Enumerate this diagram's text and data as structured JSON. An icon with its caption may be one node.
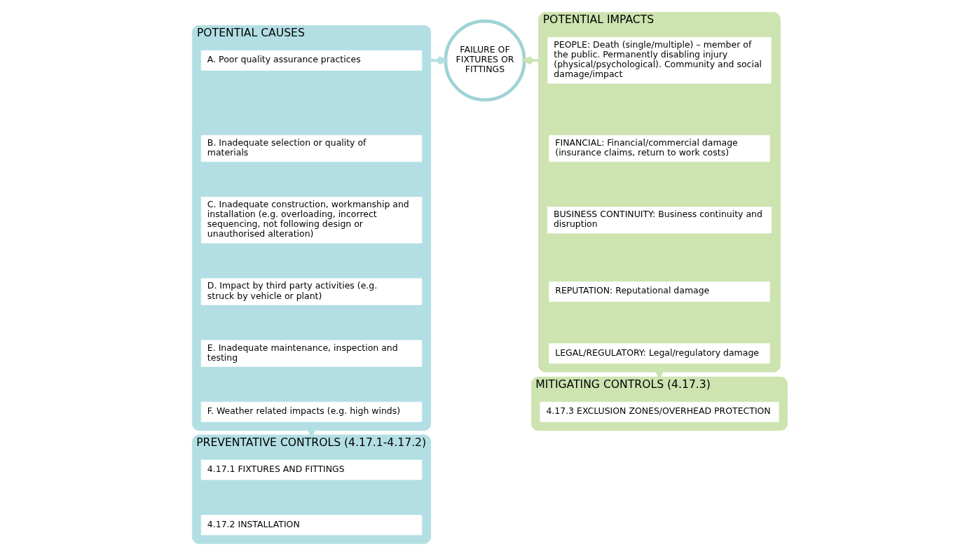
{
  "diagram": {
    "nodes": [
      {
        "text": [
          "POTENTIAL CAUSES"
        ]
      },
      {
        "text": [
          "A. Poor quality assurance practices"
        ],
        "in": 0
      },
      {
        "text": [
          "B. Inadequate selection or quality of materials"
        ],
        "in": 0
      },
      {
        "text": [
          "C. Inadequate construction, workmanship and installation (e.g. overloading, incorrect sequencing, not following design or unauthorised alteration)"
        ],
        "in": 0
      },
      {
        "text": [
          "D. Impact by third party activities (e.g. struck by vehicle or plant)"
        ],
        "in": 0
      },
      {
        "text": [
          "E. Inadequate maintenance, inspection and testing"
        ],
        "in": 0
      },
      {
        "text": [
          "F. Weather related impacts (e.g. high winds)"
        ],
        "in": 0
      },
      {
        "text": [
          "FAILURE OF FIXTURES OR FITTINGS"
        ]
      },
      {
        "text": [
          "POTENTIAL IMPACTS"
        ]
      },
      {
        "text": [
          "PEOPLE: Death (single/multiple) – member of the public. Permanently disabling injury (physical/psychological). Community and social damage/impact"
        ],
        "in": 8
      },
      {
        "text": [
          "FINANCIAL: Financial/commercial damage (insurance claims, return to work costs)"
        ],
        "in": 8
      },
      {
        "text": [
          "BUSINESS CONTINUITY: Business continuity and disruption"
        ],
        "in": 8
      },
      {
        "text": [
          "REPUTATION: Reputational damage"
        ],
        "in": 8
      },
      {
        "text": [
          "LEGAL/REGULATORY: Legal/regulatory damage"
        ],
        "in": 8
      },
      {
        "text": [
          "PREVENTATIVE CONTROLS (4.17.1-4.17.2)"
        ]
      },
      {
        "text": [
          "4.17.1 FIXTURES AND FITTINGS"
        ],
        "in": 14
      },
      {
        "text": [
          "4.17.2 INSTALLATION"
        ],
        "in": 14
      },
      {
        "text": [
          "MITIGATING CONTROLS (4.17.3)"
        ]
      },
      {
        "text": [
          "4.17.3 EXCLUSION ZONES/OVERHEAD PROTECTION"
        ],
        "in": 17
      }
    ],
    "edges": [
      {
        "from": 0,
        "to": 7,
        "arrow": "to",
        "color": "#b3dfe4"
      },
      {
        "from": 8,
        "to": 7,
        "arrow": "to",
        "color": "#cde3b0"
      },
      {
        "from": 0,
        "to": 14,
        "arrow": "to",
        "color": "#b3dfe4"
      },
      {
        "from": 8,
        "to": 17,
        "arrow": "to",
        "color": "#cde3b0"
      }
    ]
  }
}
